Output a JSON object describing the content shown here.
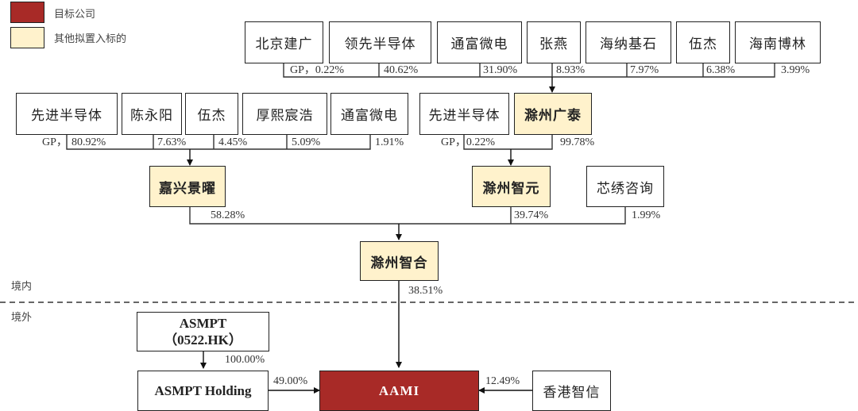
{
  "legend": [
    {
      "label": "目标公司",
      "color": "#a82a27"
    },
    {
      "label": "其他拟置入标的",
      "color": "#fff2cc"
    }
  ],
  "zones": {
    "domestic": "境内",
    "overseas": "境外"
  },
  "row1": {
    "entities": [
      "北京建广",
      "领先半导体",
      "通富微电",
      "张燕",
      "海纳基石",
      "伍杰",
      "海南博林"
    ],
    "shares": [
      "GP，0.22%",
      "40.62%",
      "31.90%",
      "8.93%",
      "7.97%",
      "6.38%",
      "3.99%"
    ]
  },
  "row2_left": {
    "entities": [
      "先进半导体",
      "陈永阳",
      "伍杰",
      "厚熙宸浩",
      "通富微电"
    ],
    "gp_prefix": "GP，",
    "shares": [
      "80.92%",
      "7.63%",
      "4.45%",
      "5.09%",
      "1.91%"
    ]
  },
  "row2_right": {
    "entities": [
      "先进半导体",
      "滁州广泰"
    ],
    "shares": [
      "GP，0.22%",
      "99.78%"
    ]
  },
  "row3": {
    "jiaxing": "嘉兴景曜",
    "zhiyuan": "滁州智元",
    "xinxiu": "芯绣咨询",
    "shares": [
      "58.28%",
      "39.74%",
      "1.99%"
    ]
  },
  "zhihe": {
    "name": "滁州智合",
    "share": "38.51%"
  },
  "asmpt": {
    "line1": "ASMPT",
    "line2": "（0522.HK）",
    "share": "100.00%"
  },
  "asmpt_holding": {
    "name": "ASMPT Holding",
    "share": "49.00%"
  },
  "aami": {
    "name": "AAMI"
  },
  "hk_zhixin": {
    "name": "香港智信",
    "share": "12.49%"
  }
}
